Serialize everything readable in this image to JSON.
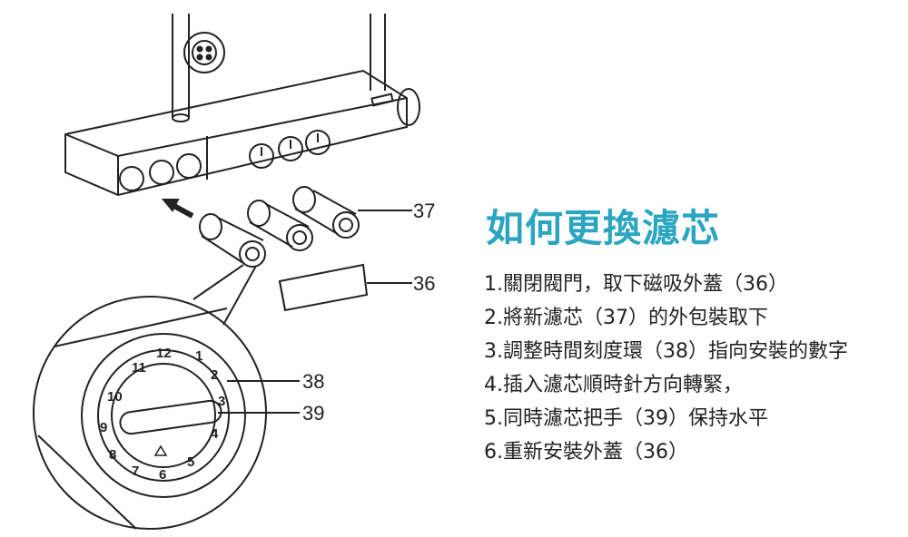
{
  "title": "如何更換濾芯",
  "steps": [
    "1.關閉閥門，取下磁吸外蓋（36）",
    "2.將新濾芯（37）的外包裝取下",
    "3.調整時間刻度環（38）指向安裝的數字",
    "4.插入濾芯順時針方向轉緊，",
    "5.同時濾芯把手（39）保持水平",
    "6.重新安裝外蓋（36）"
  ],
  "callouts": {
    "c36": "36",
    "c37": "37",
    "c38": "38",
    "c39": "39"
  },
  "dial_numbers": [
    "1",
    "2",
    "3",
    "4",
    "5",
    "6",
    "7",
    "8",
    "9",
    "10",
    "11",
    "12"
  ],
  "colors": {
    "title": "#2aa6c0",
    "line": "#222222"
  }
}
